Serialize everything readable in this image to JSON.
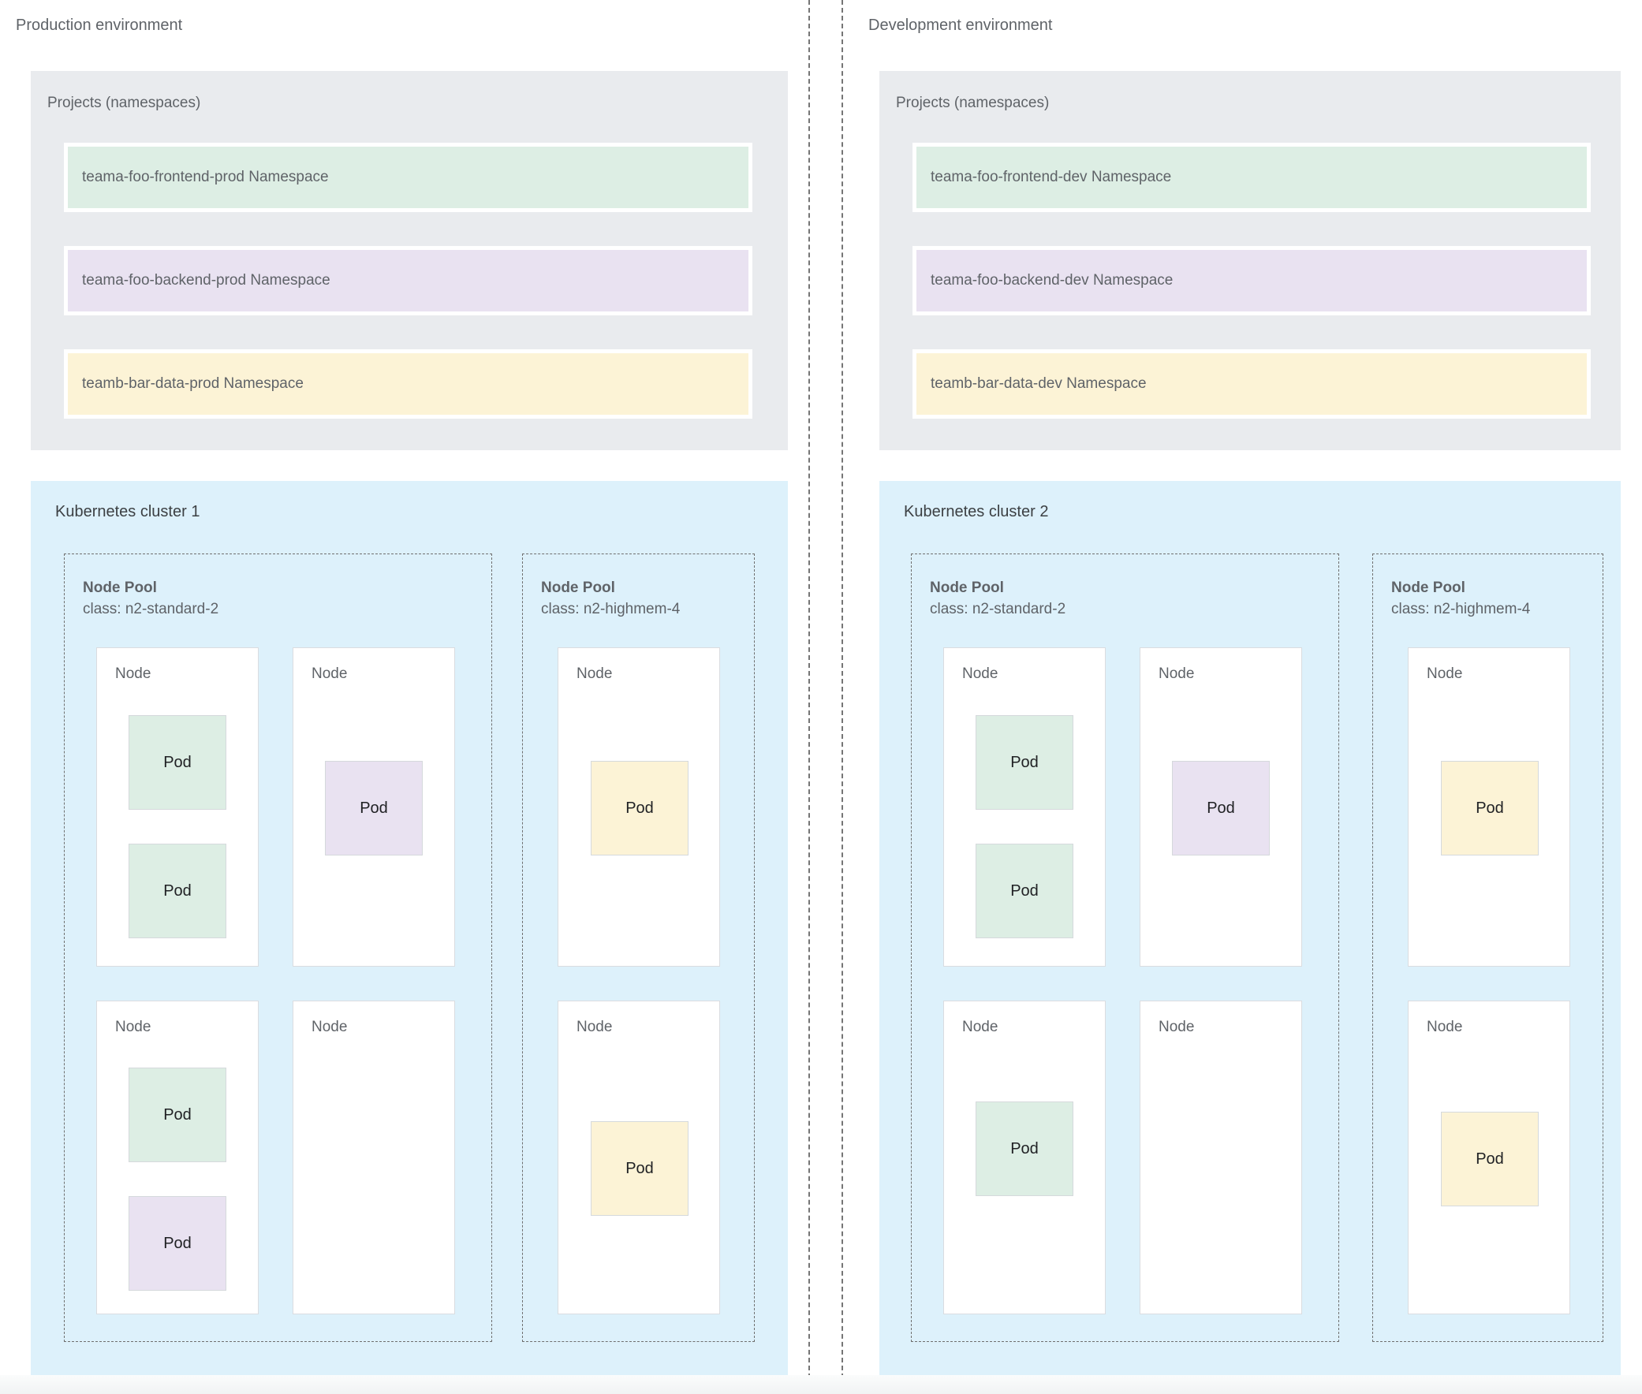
{
  "colors": {
    "panel": "#e9ebee",
    "cluster": "#ddf1fb",
    "green": "#ddeee4",
    "purple": "#e9e2f1",
    "yellow": "#fcf3d6",
    "text": "#5f6368",
    "pod_text": "#202124",
    "node_border": "#dadce0",
    "dashed_border": "#6f6f6f",
    "divider": "#757575",
    "footer": "#f1f3f4"
  },
  "environments": [
    {
      "title": "Production environment",
      "projects": {
        "label": "Projects (namespaces)",
        "namespaces": [
          {
            "label": "teama-foo-frontend-prod Namespace",
            "color": "green"
          },
          {
            "label": "teama-foo-backend-prod Namespace",
            "color": "purple"
          },
          {
            "label": "teamb-bar-data-prod Namespace",
            "color": "yellow"
          }
        ]
      },
      "cluster": {
        "title": "Kubernetes cluster 1",
        "pools": [
          {
            "name": "Node Pool",
            "machine_class": "class: n2-standard-2",
            "nodes": [
              {
                "label": "Node",
                "pods": [
                  {
                    "label": "Pod",
                    "color": "green"
                  },
                  {
                    "label": "Pod",
                    "color": "green"
                  }
                ]
              },
              {
                "label": "Node",
                "pods": [
                  {
                    "label": "Pod",
                    "color": "purple"
                  }
                ]
              },
              {
                "label": "Node",
                "pods": [
                  {
                    "label": "Pod",
                    "color": "green"
                  },
                  {
                    "label": "Pod",
                    "color": "purple"
                  }
                ]
              },
              {
                "label": "Node",
                "pods": []
              }
            ]
          },
          {
            "name": "Node Pool",
            "machine_class": "class: n2-highmem-4",
            "nodes": [
              {
                "label": "Node",
                "pods": [
                  {
                    "label": "Pod",
                    "color": "yellow"
                  }
                ]
              },
              {
                "label": "Node",
                "pods": [
                  {
                    "label": "Pod",
                    "color": "yellow"
                  }
                ]
              }
            ]
          }
        ]
      }
    },
    {
      "title": "Development environment",
      "projects": {
        "label": "Projects (namespaces)",
        "namespaces": [
          {
            "label": "teama-foo-frontend-dev Namespace",
            "color": "green"
          },
          {
            "label": "teama-foo-backend-dev Namespace",
            "color": "purple"
          },
          {
            "label": "teamb-bar-data-dev Namespace",
            "color": "yellow"
          }
        ]
      },
      "cluster": {
        "title": "Kubernetes cluster 2",
        "pools": [
          {
            "name": "Node Pool",
            "machine_class": "class: n2-standard-2",
            "nodes": [
              {
                "label": "Node",
                "pods": [
                  {
                    "label": "Pod",
                    "color": "green"
                  },
                  {
                    "label": "Pod",
                    "color": "green"
                  }
                ]
              },
              {
                "label": "Node",
                "pods": [
                  {
                    "label": "Pod",
                    "color": "purple"
                  }
                ]
              },
              {
                "label": "Node",
                "pods": [
                  {
                    "label": "Pod",
                    "color": "green"
                  }
                ]
              },
              {
                "label": "Node",
                "pods": []
              }
            ]
          },
          {
            "name": "Node Pool",
            "machine_class": "class: n2-highmem-4",
            "nodes": [
              {
                "label": "Node",
                "pods": [
                  {
                    "label": "Pod",
                    "color": "yellow"
                  }
                ]
              },
              {
                "label": "Node",
                "pods": [
                  {
                    "label": "Pod",
                    "color": "yellow"
                  }
                ]
              }
            ]
          }
        ]
      }
    }
  ]
}
